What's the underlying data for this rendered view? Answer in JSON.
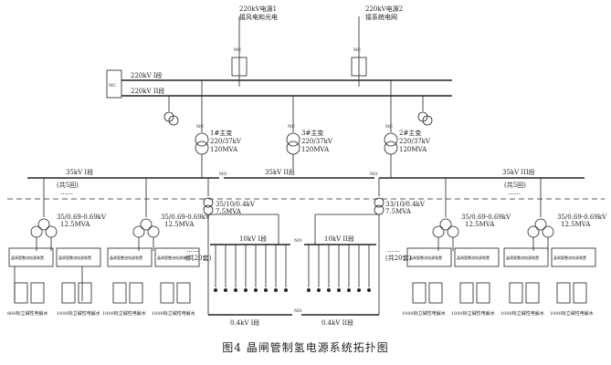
{
  "sources": {
    "source1": [
      "220kV电源1",
      "接风电和光电"
    ],
    "source2": [
      "220kV电源2",
      "接系统电网"
    ]
  },
  "bus220": {
    "bus1": "220kV I段",
    "bus2": "220kV II段"
  },
  "main_transformers": [
    [
      "1#主变",
      "220/37kV",
      "120MVA"
    ],
    [
      "3#主变",
      "220/37kV",
      "120MVA"
    ],
    [
      "2#主变",
      "220/37kV",
      "120MVA"
    ]
  ],
  "bus35": {
    "bus1": "35kV I段",
    "bus2": "35kV II段",
    "bus3": "35kV III段"
  },
  "feeder_count": "(共5回)",
  "ellipsis": "……",
  "rectifier_transformers": [
    [
      "35/0.69-0.69kV",
      "12.5MVA"
    ],
    [
      "35/0.69-0.69kV",
      "12.5MVA"
    ],
    [
      "35/0.69-0.69kV",
      "12.5MVA"
    ],
    [
      "35/0.69-0.69kV",
      "12.5MVA"
    ]
  ],
  "station_transformers": [
    [
      "35/10/0.4kV",
      "7.5MVA"
    ],
    [
      "33/10/0.4kV",
      "7.5MVA"
    ]
  ],
  "rectifier_label": "晶闸管整流电源装置",
  "count20": "(共20套)",
  "bus10": {
    "bus1": "10kV I段",
    "bus2": "10kV II段"
  },
  "bus04": {
    "bus1": "0.4kV I段",
    "bus2": "0.4kV II段"
  },
  "electrolyzer_label": "1000标立碱性电解水",
  "electrolyzer_label_first": "800标立碱性电解水",
  "nc": "NC",
  "no": "NO",
  "caption": "图4    晶闸管制氢电源系统拓扑图"
}
